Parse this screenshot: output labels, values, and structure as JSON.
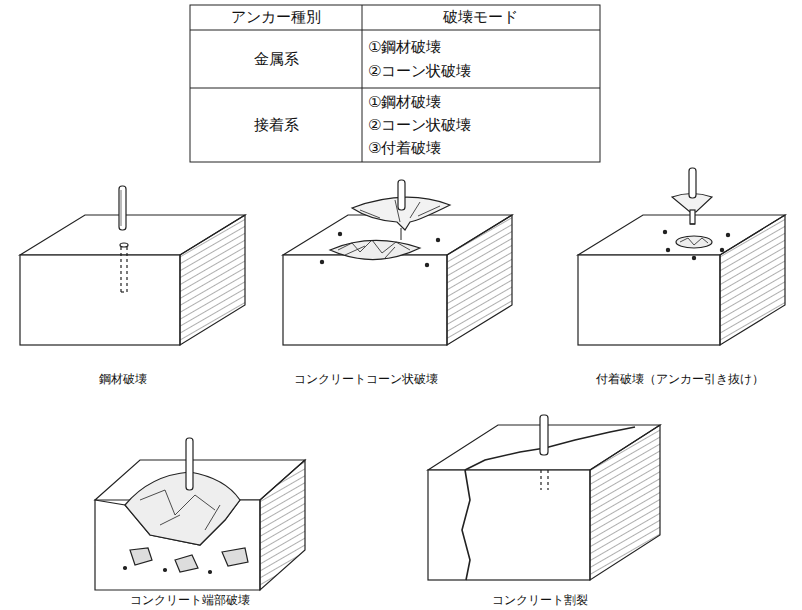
{
  "diagram": {
    "labels": [
      "アンカー種別",
      "破壊モード",
      "金属系",
      "①鋼材破壊",
      "②コーン状破壊",
      "接着系",
      "①鋼材破壊",
      "②コーン状破壊",
      "③付着破壊",
      "鋼材破壊",
      "コンクリートコーン状破壊",
      "付着破壊（アンカー引き抜け）",
      "コンクリート端部破壊",
      "コンクリート割裂"
    ]
  }
}
